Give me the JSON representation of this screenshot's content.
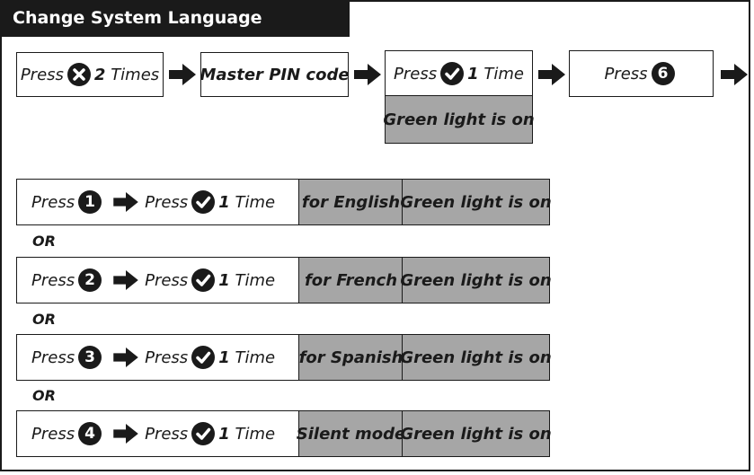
{
  "title": "Change System Language",
  "sequence": {
    "step1": {
      "prefix": "Press",
      "suffix": "2",
      "suffix_word": "Times"
    },
    "step2": {
      "label": "Master PIN code"
    },
    "step3": {
      "prefix": "Press",
      "count": "1",
      "word": "Time",
      "result": "Green light is on"
    },
    "step4": {
      "prefix": "Press",
      "num": "6"
    }
  },
  "or_label": "OR",
  "options": [
    {
      "num": "1",
      "press": "Press",
      "press2": "Press",
      "count": "1",
      "word": "Time",
      "mode": "for English",
      "result": "Green light is on"
    },
    {
      "num": "2",
      "press": "Press",
      "press2": "Press",
      "count": "1",
      "word": "Time",
      "mode": "for French",
      "result": "Green light is on"
    },
    {
      "num": "3",
      "press": "Press",
      "press2": "Press",
      "count": "1",
      "word": "Time",
      "mode": "for Spanish",
      "result": "Green light is on"
    },
    {
      "num": "4",
      "press": "Press",
      "press2": "Press",
      "count": "1",
      "word": "Time",
      "mode": "Silent mode",
      "result": "Green light is on"
    }
  ],
  "icons": {
    "cancel": "x-circle-icon",
    "confirm": "check-circle-icon",
    "arrow": "right-arrow-icon"
  },
  "colors": {
    "dark": "#1a1a1a",
    "gray_fill": "#a6a6a6"
  }
}
